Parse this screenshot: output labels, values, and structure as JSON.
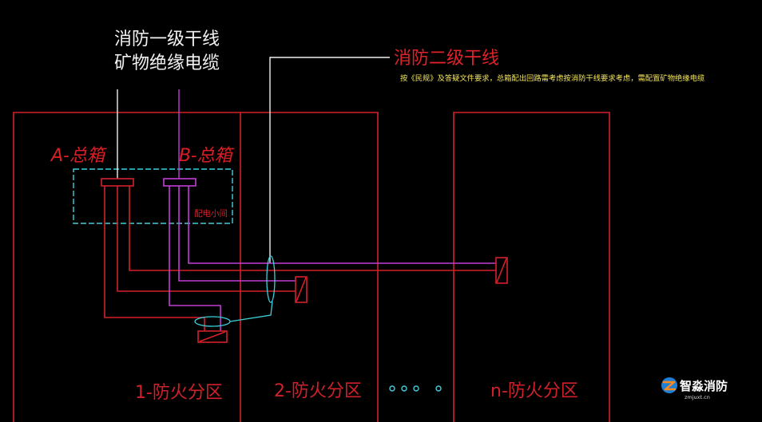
{
  "labels": {
    "primary_line_1": "消防一级干线",
    "primary_line_2": "矿物绝缘电缆",
    "secondary_line": "消防二级干线",
    "note": "按《民规》及答疑文件要求，总箱配出回路需考虑按消防干线要求考虑，需配置矿物绝缘电缆",
    "box_a": "A-总箱",
    "box_b": "B-总箱",
    "room": "配电小间",
    "zone_1": "1-防火分区",
    "zone_2": "2-防火分区",
    "zone_n": "n-防火分区"
  },
  "logo": {
    "name": "智淼消防",
    "url": "zmjuxt.cn"
  },
  "colors": {
    "red": "#d4202a",
    "magenta": "#c23cd6",
    "cyan": "#3cd0dc",
    "white": "#eeeeee",
    "yellow": "#f5e65c"
  }
}
